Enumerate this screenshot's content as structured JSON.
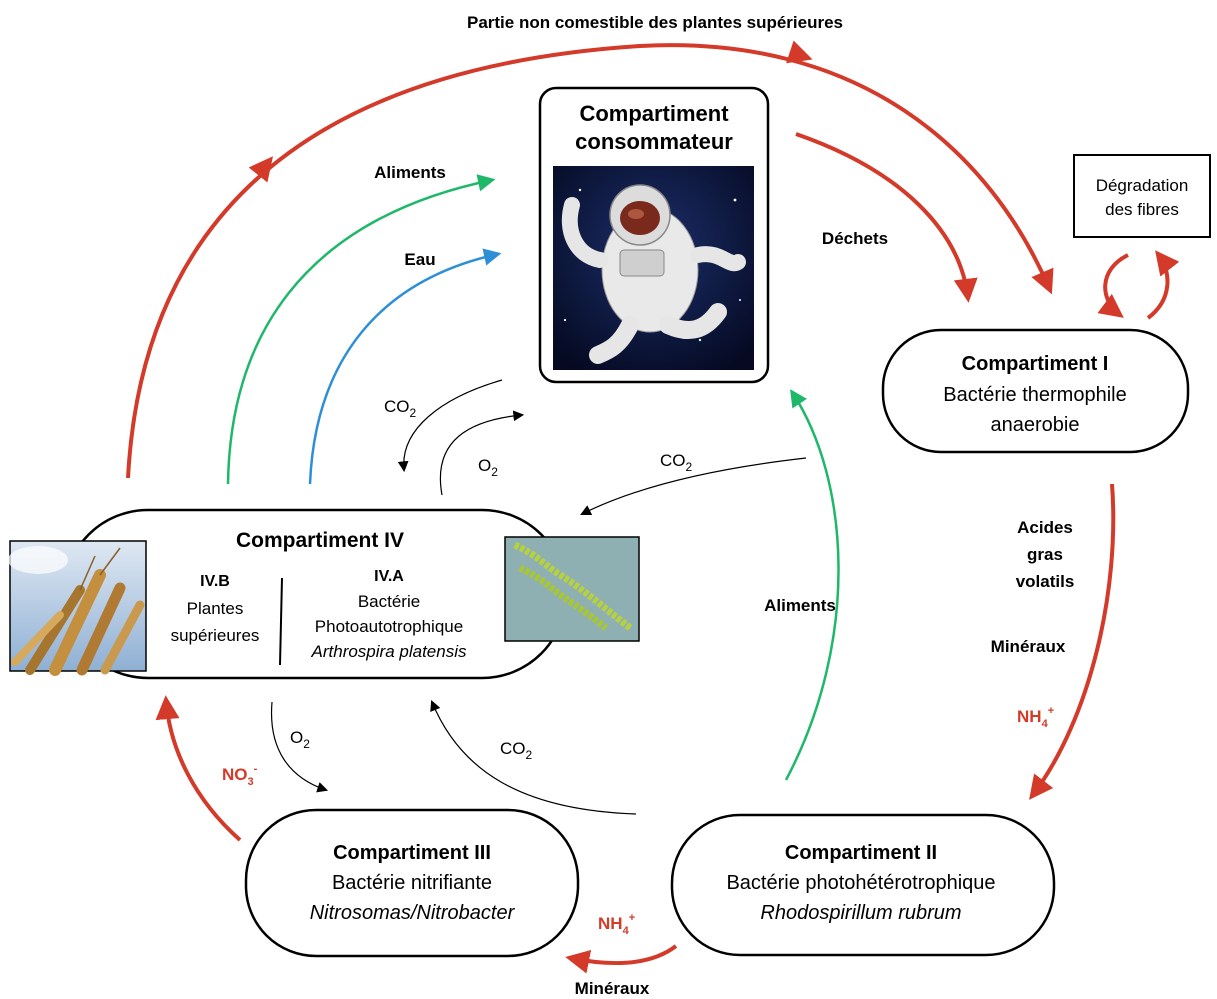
{
  "colors": {
    "red": "#d33a2a",
    "green": "#1fb86a",
    "blue": "#2f8fd6",
    "black": "#000000"
  },
  "top_label": "Partie non comestible des plantes supérieures",
  "consumer": {
    "title_line1": "Compartiment",
    "title_line2": "consommateur",
    "image": "astronaut-photo"
  },
  "fiber": {
    "line1": "Dégradation",
    "line2": "des fibres"
  },
  "comp1": {
    "title": "Compartiment I",
    "line1": "Bactérie thermophile",
    "line2": "anaerobie"
  },
  "comp2": {
    "title": "Compartiment II",
    "line1": "Bactérie photohétérotrophique",
    "line2": "Rhodospirillum rubrum"
  },
  "comp3": {
    "title": "Compartiment III",
    "line1": "Bactérie nitrifiante",
    "line2": "Nitrosomas/Nitrobacter"
  },
  "comp4": {
    "title": "Compartiment IV",
    "b_code": "IV.B",
    "b_line1": "Plantes",
    "b_line2": "supérieures",
    "a_code": "IV.A",
    "a_line1": "Bactérie",
    "a_line2": "Photoautotrophique",
    "a_line3": "Arthrospira platensis",
    "image_left": "wheat-photo",
    "image_right": "spirulina-photo"
  },
  "labels": {
    "aliments_top": "Aliments",
    "eau": "Eau",
    "dechets": "Déchets",
    "acides1": "Acides",
    "acides2": "gras",
    "acides3": "volatils",
    "mineraux_right": "Minéraux",
    "nh4_right": "NH",
    "aliments_right": "Aliments",
    "co2_center": "CO",
    "o2_center": "O",
    "co2_right": "CO",
    "o2_low": "O",
    "co2_low": "CO",
    "no3": "NO",
    "nh4_bottom": "NH",
    "mineraux_bottom": "Minéraux",
    "sub2": "2",
    "sub3": "3",
    "sub4": "4",
    "sup_plus": "+",
    "sup_minus": "-"
  }
}
